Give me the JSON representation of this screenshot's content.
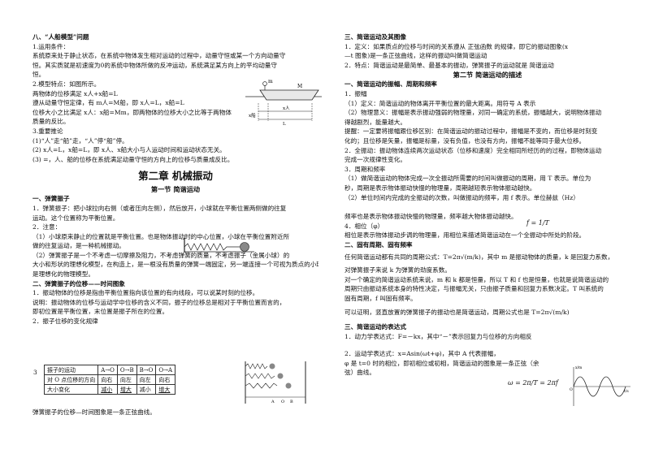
{
  "left": {
    "s8_title": "八、“人船模型”问题",
    "s8_l1": "1.运用条件：",
    "s8_l2": "系统原来处于静止状态，在系统中物体发生相对运动的过程中，动量守恒或某一个方向动量守",
    "s8_l3": "恒。其实质就是初速度为0的系统中物体所做的反冲运动，系统满足某方向上的平均动量守",
    "s8_l4": "恒。",
    "s8_l5": "2.模型特点：如图所示。",
    "s8_l6": "两物体的位移满足 x人+x船=L",
    "s8_l7": "遵从动量守恒定律，有 m人=M船，即 x人=L，x船=L",
    "s8_l8": "位移大小之比满足 x人：x船=Mm，即两物体的位移大小之比等于两物体",
    "s8_l9": "质量的反比。",
    "s8_l10": "3.重要推论",
    "s8_l11": "(1)“人”走“船”走，“人”停“船”停。",
    "s8_l12": "(2) x人=L，x船=L，即 x人、x船大小与人运动时间和运动状态无关。",
    "s8_l13": "(3) =，人、船的位移在系统满足动量守恒的方向上的位移与质量成反比。",
    "fig_labels": [
      "M",
      "m",
      "x船",
      "x人",
      "L"
    ],
    "ch2_title": "第二章  机械振动",
    "sec1_title": "第一节    简谐运动",
    "p1_title": "一、弹簧振子",
    "p1_l1": "1．弹簧振子：把小球拉向右侧（或者压向左侧），然后放开，小球就在平衡位置两侧做的往复",
    "p1_l2": "运动。这个位置称为平衡位置。",
    "p1_l3": "2．注意：",
    "p1_l4": "（1）小球原来静止的位置就是平衡位置。也是物体振动时的中心位置，小球在平衡位置附近所",
    "p1_l5": "做的往复运动，是一种机械振动。",
    "p1_l6": "（2）弹簧振子是一个不考虑一切摩擦及阻力，不考虑弹簧的质量，不考虑振子（金属小球）的",
    "p1_l7": "大小和形状的理想化模型，在构造上，是一根没有质量的弹簧一端固定，另一端连接一个可视为质点的小球，",
    "p1_l8": "是理想化的物理模型。",
    "p2_title": "二、弹簧振子的位移——时间图象",
    "p2_l1": "1．振动物体的位移是指由平衡位置指向该位置的有向线段，可以说某时刻的位移。",
    "p2_l2": "说明：振动物体的位移与运动学中位移的含义不同，振子的位移总是相对于平衡位置而言的，",
    "p2_l3": "即初位置是平衡位置，末位置是振子所在的位置。",
    "p2_l4": "2．振子位移的变化规律",
    "row_num": "3",
    "table": {
      "headers": [
        "振子的运动",
        "A→O",
        "O→B",
        "B→O",
        "O→A"
      ],
      "row1": [
        "对 O 点位移的方向",
        "向右",
        "向左",
        "向左",
        "向右"
      ],
      "row2": [
        "大小变化",
        "减小",
        "增大",
        "减小",
        "增大"
      ]
    },
    "p2_last": "弹簧振子的位移—时间图象是一条正弦曲线。",
    "spring_labels": [
      "A",
      "O",
      "B"
    ]
  },
  "right": {
    "s3_title": "三、简谐运动及其图像",
    "s3_l1": "1．定义：如果质点的位移与时间的关系遵从          正弦函数          的规律，即它的振动图象(x",
    "s3_l2": "—t 图象)是一条正弦曲线，这样的振动叫做简谐运动",
    "s3_l3": "2．特点：简谐运动是最简单、最基本的振动，弹簧振子的运动就是 简谐运动",
    "sec2_title": "第二节    简谐运动的描述",
    "r1_title": "一、简谐运动的振幅、周期和频率",
    "r1_l1": "1．振幅",
    "r1_l2": "（1）定义：简谐运动的物体离开平衡位置的最大距离。用符号 A 表示",
    "r1_l3": "（2）物理意义：振幅是表示振动强弱的物理量，对同一确定的系统，振幅越大，说明物体振动",
    "r1_l4": "得越剧烈，能量越大。",
    "r1_l5": "提醒：一定要将振幅跟位移区别：在简谐运动的振动过程中，振幅是不变的，而位移是时刻变",
    "r1_l6": "化的；且位移是矢量，振幅是标量，没有负值，也没有方向，振幅不能等同于最大位移。",
    "r1_l7": "2．全振动：振动物体连续两次运动状态（位移和速度）完全相同所经历的的过程，即物体运动",
    "r1_l8": "完成一次规律性变化。",
    "r1_l9": "3．周期和频率",
    "r1_l10": "（1）做简谐运动的物体完成一次全振动所需要的时间叫做振动的周期，用 T 表示。单位为",
    "r1_l11": "秒，周期是表示物体振动快慢的物理量，周期越短表示物体振动越快。",
    "r1_l12": "（2）单位时间内完成的全振动的次数，叫做振动的频率，用 f 表示。单位赫兹（Hz）",
    "r1_l13": "频率也是表示物体振动快慢的物理量，频率越大物体振动越快。",
    "r1_l14": "4．相位（φ）",
    "r1_l15": "相位是表示物体振动步调的物理量，用相位来描述简谐运动在一个全振动中所处的阶段。",
    "r2_title": "二、固有周期、固有频率",
    "r2_l1": "任何简谐运动都有共同的周期公式：T=2π√(m/k)，其中 m 是振动物体的质量，k 是回复力系数，",
    "r2_l2": "对弹簧振子来说 k 为弹簧的劲度系数。",
    "r2_l3": "对一个确定的简谐运动系统来说，m 和 k 都是恒量，所以 T 和 f 也是恒量，也就是说简谐运动的",
    "r2_l4": "周期只由振动系统本身的特性决定，与振幅无关，只由振子质量和回复力系数决定。T 叫系统的",
    "r2_l5": "固有周期，f 叫固有频率。",
    "r2_l6": "可以证明，竖直放置的弹簧振子的振动也是简谐运动，周期公式也是 T=2π√(m/k)",
    "r3_title": "三、简谐运动的表达式",
    "r3_l1": "1．动力学表达式：F=－kx，其中“－”表示回复力与位移的方向相反",
    "r3_l2": "2．运动学表达式：x=Asin(ωt+φ)，其中 A 代表振幅，",
    "r3_l3": "φ 是 t=0 时的相位，即初相位或初相，简谐运动的图象是一条正弦（余",
    "r3_l4": "弦）曲线。",
    "f_formula": "f = 1/T",
    "omega_formula": "ω = 2π/T = 2πf",
    "graph_labels": [
      "x/m",
      "O",
      "t/s"
    ]
  }
}
